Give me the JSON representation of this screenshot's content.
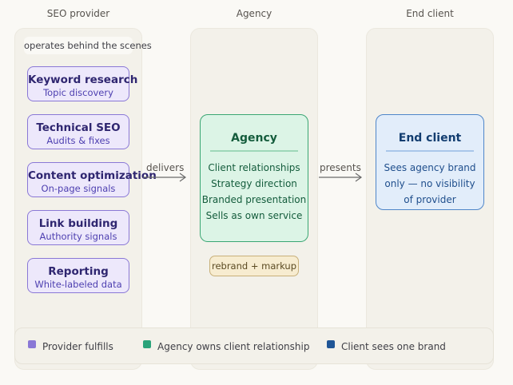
{
  "columns": {
    "provider": "SEO provider",
    "agency": "Agency",
    "client": "End client"
  },
  "provider_note": "operates behind the scenes",
  "services": [
    {
      "title": "Keyword research",
      "subtitle": "Topic discovery"
    },
    {
      "title": "Technical SEO",
      "subtitle": "Audits & fixes"
    },
    {
      "title": "Content optimization",
      "subtitle": "On-page signals"
    },
    {
      "title": "Link building",
      "subtitle": "Authority signals"
    },
    {
      "title": "Reporting",
      "subtitle": "White-labeled data"
    }
  ],
  "agency_box": {
    "title": "Agency",
    "lines": [
      "Client relationships",
      "Strategy direction",
      "Branded presentation",
      "Sells as own service"
    ]
  },
  "markup_tag": "rebrand + markup",
  "client_box": {
    "title": "End client",
    "lines": [
      "Sees agency brand",
      "only — no visibility",
      "of provider"
    ]
  },
  "arrows": {
    "delivers": "delivers",
    "presents": "presents"
  },
  "legend": [
    {
      "label": "Provider fulfills",
      "color": "#8a78d6"
    },
    {
      "label": "Agency owns client relationship",
      "color": "#2aa37a"
    },
    {
      "label": "Client sees one brand",
      "color": "#1f5596"
    }
  ]
}
